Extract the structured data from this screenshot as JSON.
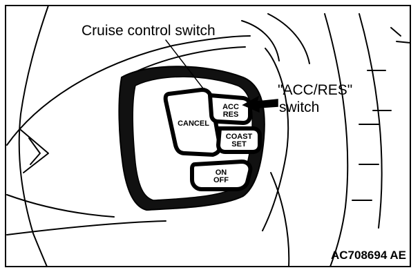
{
  "callouts": {
    "cruise_control_switch": "Cruise control switch",
    "acc_res_title": "\"ACC/RES\"",
    "acc_res_sub": "switch"
  },
  "buttons": {
    "cancel": "CANCEL",
    "acc_line1": "ACC",
    "acc_line2": "RES",
    "coast_line1": "COAST",
    "coast_line2": "SET",
    "on_line1": "ON",
    "on_line2": "OFF"
  },
  "figure_code": "AC708694 AE",
  "colors": {
    "line": "#000000",
    "background": "#ffffff"
  }
}
